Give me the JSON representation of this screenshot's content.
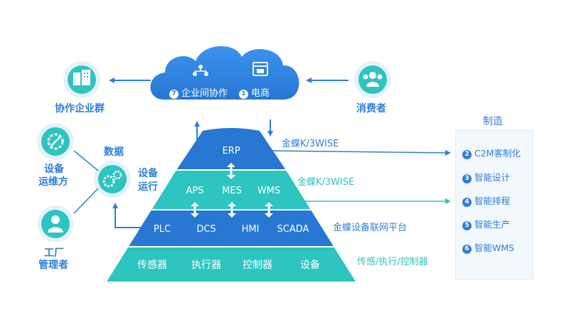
{
  "cloud": {
    "items": [
      {
        "num": "7",
        "label": "企业间协作"
      },
      {
        "num": "1",
        "label": "电商"
      }
    ]
  },
  "left_nodes": {
    "collab_group": "协作企业群",
    "data_label": "数据",
    "device_ops": "设备运行",
    "device_ops_line1": "设备",
    "device_ops_line2": "运行",
    "maint_line1": "设备",
    "maint_line2": "运维方",
    "mgr_line1": "工厂",
    "mgr_line2": "管理者"
  },
  "consumer": "消费者",
  "pyramid": {
    "tiers": [
      {
        "items": [
          "ERP"
        ],
        "side_label": "金蝶K/3WISE"
      },
      {
        "items": [
          "APS",
          "MES",
          "WMS"
        ],
        "side_label": "金蝶K/3WISE"
      },
      {
        "items": [
          "PLC",
          "DCS",
          "HMI",
          "SCADA"
        ],
        "side_label": "金蝶设备联网平台"
      },
      {
        "items": [
          "传感器",
          "执行器",
          "控制器",
          "设备"
        ],
        "side_label": "传感/执行/控制器"
      }
    ]
  },
  "manufacturing": {
    "title": "制造",
    "items": [
      {
        "num": "2",
        "label": "C2M客制化"
      },
      {
        "num": "3",
        "label": "智能设计"
      },
      {
        "num": "4",
        "label": "智能排程"
      },
      {
        "num": "5",
        "label": "智能生产"
      },
      {
        "num": "6",
        "label": "智能WMS"
      }
    ]
  },
  "colors": {
    "blue": "#2e7fd9",
    "teal": "#2ec4c0",
    "dark_blue": "#1f6fce",
    "light_blue_circle": "#e6f2fb"
  },
  "icons": {
    "collab": "building-icon",
    "maint": "gear-wrench-icon",
    "data": "gears-icon",
    "manager": "user-icon",
    "consumer": "users-icon",
    "cloud_left": "network-icon",
    "cloud_right": "store-icon"
  }
}
